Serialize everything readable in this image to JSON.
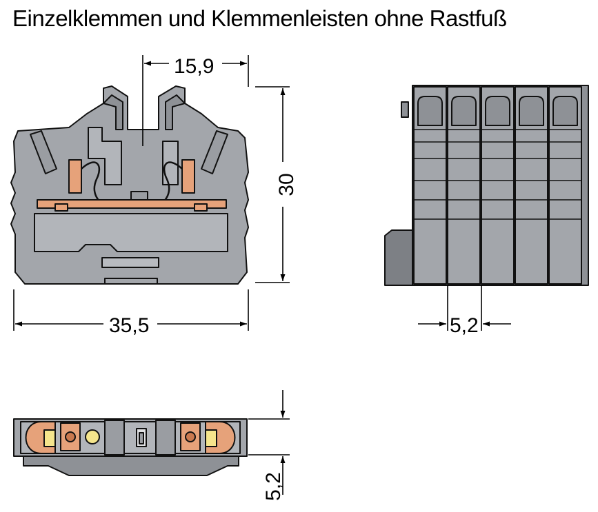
{
  "title": "Einzelklemmen und Klemmenleisten ohne Rastfuß",
  "dimensions": {
    "top_width": "15,9",
    "height": "30",
    "total_width": "35,5",
    "pitch": "5,2",
    "depth": "5,2"
  },
  "colors": {
    "housing": "#a3a6ab",
    "outline": "#111111",
    "clamp": "#e6a27a",
    "marker": "#f5e58c"
  }
}
